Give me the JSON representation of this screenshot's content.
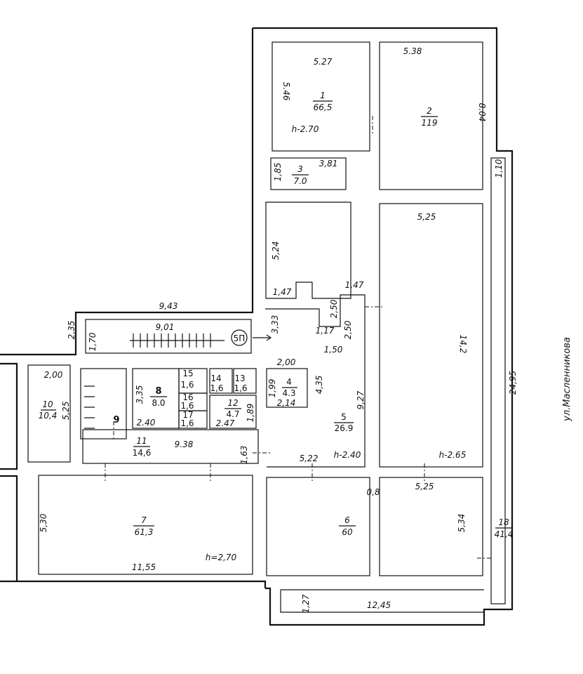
{
  "plan": {
    "street": "ул.Масленникова",
    "stair_marker": "5П",
    "rooms": [
      {
        "num": "1",
        "area": "66,5",
        "dims": [
          "5.27",
          "5.46"
        ],
        "height": "h-2.70"
      },
      {
        "num": "2",
        "area": "119",
        "dims": [
          "5.38",
          "8.04"
        ]
      },
      {
        "num": "3",
        "area": "7.0",
        "dims": [
          "3,81",
          "1,85"
        ]
      },
      {
        "num": "4",
        "area": "4.3",
        "dims": [
          "2,00",
          "1,99",
          "2,14"
        ]
      },
      {
        "num": "5",
        "area": "26.9",
        "dims": [
          "4,35",
          "9,27",
          "5,22"
        ],
        "height": "h-2.40"
      },
      {
        "num": "6",
        "area": "60",
        "dims": [
          "0,8"
        ]
      },
      {
        "num": "7",
        "area": "61,3",
        "dims": [
          "5,30",
          "11,55"
        ],
        "height": "h=2,70"
      },
      {
        "num": "8",
        "area": "8.0",
        "dims": [
          "3,35",
          "2.40"
        ]
      },
      {
        "num": "9"
      },
      {
        "num": "10",
        "area": "10,4",
        "dims": [
          "2,00",
          "5,25"
        ]
      },
      {
        "num": "11",
        "area": "14,6",
        "dims": [
          "9.38",
          "1,63"
        ]
      },
      {
        "num": "12",
        "area": "4.7",
        "dims": [
          "2.47",
          "1,89"
        ]
      },
      {
        "num": "13",
        "area": "1,6"
      },
      {
        "num": "14",
        "area": "1,6"
      },
      {
        "num": "15",
        "area": "1,6"
      },
      {
        "num": "16",
        "area": "1,6"
      },
      {
        "num": "17",
        "area": "1,6"
      },
      {
        "num": "18",
        "area": "41,4",
        "dims": [
          "1,10",
          "24,95"
        ]
      }
    ],
    "dims": {
      "corridor_a": "5,24",
      "corridor_b": "1,47",
      "corridor_c": "1,47",
      "corridor_d": "2,50",
      "corridor_e": "2,50",
      "corridor_f": "1,17",
      "corridor_g": "1,50",
      "corridor_h": "3,33",
      "hall_width": "5,25",
      "hall_length": "14,2",
      "hall_height": "h-2.65",
      "lower_right_w": "5,25",
      "lower_right_h": "5,34",
      "bottom_w": "12,45",
      "bottom_h": "1,27",
      "stair_outer": "9,43",
      "stair_inner": "9,01",
      "stair_h_outer": "2,35",
      "stair_h_inner": "1,70"
    }
  }
}
